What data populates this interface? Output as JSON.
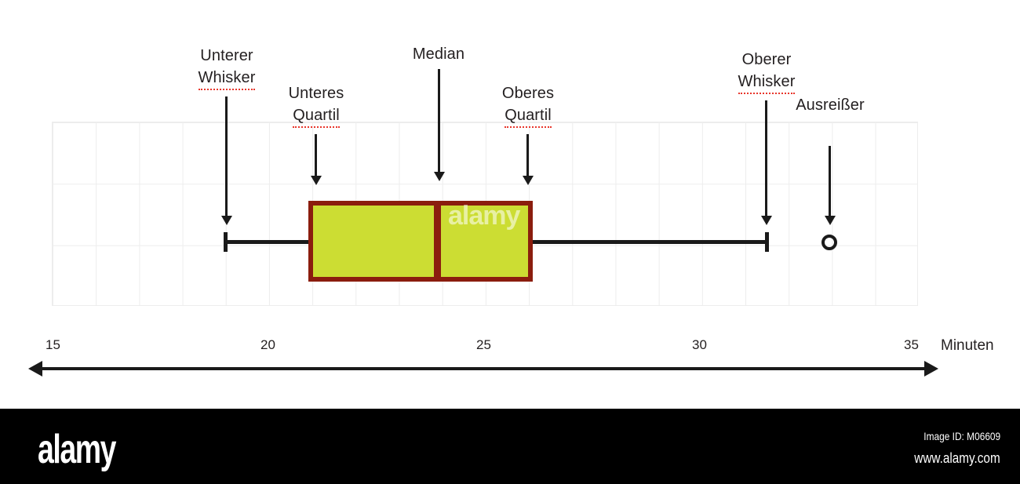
{
  "chart_data": {
    "type": "box",
    "title": "",
    "xlabel": "Minuten",
    "ylabel": "",
    "xlim": [
      15,
      35
    ],
    "xticks": [
      15,
      20,
      25,
      30,
      35
    ],
    "xticklabels": [
      "15",
      "20",
      "25",
      "30",
      "35"
    ],
    "grid": true,
    "legend": "none",
    "box_stats": {
      "lower_whisker": 19.0,
      "lower_quartile": 21.4,
      "median": 24.0,
      "upper_quartile": 26.2,
      "upper_whisker": 32.0,
      "outliers": [
        33.5
      ]
    },
    "annotations": [
      {
        "id": "lower-whisker",
        "lines": [
          "Unterer",
          "Whisker"
        ],
        "misspelled": [
          "Whisker"
        ],
        "points_to": 19.0
      },
      {
        "id": "lower-quartile",
        "lines": [
          "Unteres",
          "Quartil"
        ],
        "misspelled": [
          "Quartil"
        ],
        "points_to": 21.4
      },
      {
        "id": "median",
        "lines": [
          "Median"
        ],
        "misspelled": [],
        "points_to": 24.0
      },
      {
        "id": "upper-quartile",
        "lines": [
          "Oberes",
          "Quartil"
        ],
        "misspelled": [
          "Quartil"
        ],
        "points_to": 26.2
      },
      {
        "id": "upper-whisker",
        "lines": [
          "Oberer",
          "Whisker"
        ],
        "misspelled": [
          "Whisker"
        ],
        "points_to": 32.0
      },
      {
        "id": "outlier",
        "lines": [
          "Ausreißer"
        ],
        "misspelled": [],
        "points_to": 33.5
      }
    ],
    "colors": {
      "box_fill": "#ccdd33",
      "box_border": "#8b1d0e",
      "whisker": "#1a1a1a",
      "grid": "#ededed",
      "text": "#231f20",
      "spellcheck_underline": "#e8362c"
    }
  },
  "annotations": {
    "lower_whisker": {
      "line1": "Unterer",
      "line2": "Whisker"
    },
    "lower_quartile": {
      "line1": "Unteres",
      "line2": "Quartil"
    },
    "median": {
      "line1": "Median"
    },
    "upper_quartile": {
      "line1": "Oberes",
      "line2": "Quartil"
    },
    "upper_whisker": {
      "line1": "Oberer",
      "line2": "Whisker"
    },
    "outlier": {
      "line1": "Ausreißer"
    }
  },
  "axis": {
    "unit": "Minuten",
    "ticks": [
      "15",
      "20",
      "25",
      "30",
      "35"
    ]
  },
  "watermark": {
    "inner": "alamy",
    "logo": "alamy",
    "image_id": "Image ID: M06609",
    "url": "www.alamy.com"
  }
}
